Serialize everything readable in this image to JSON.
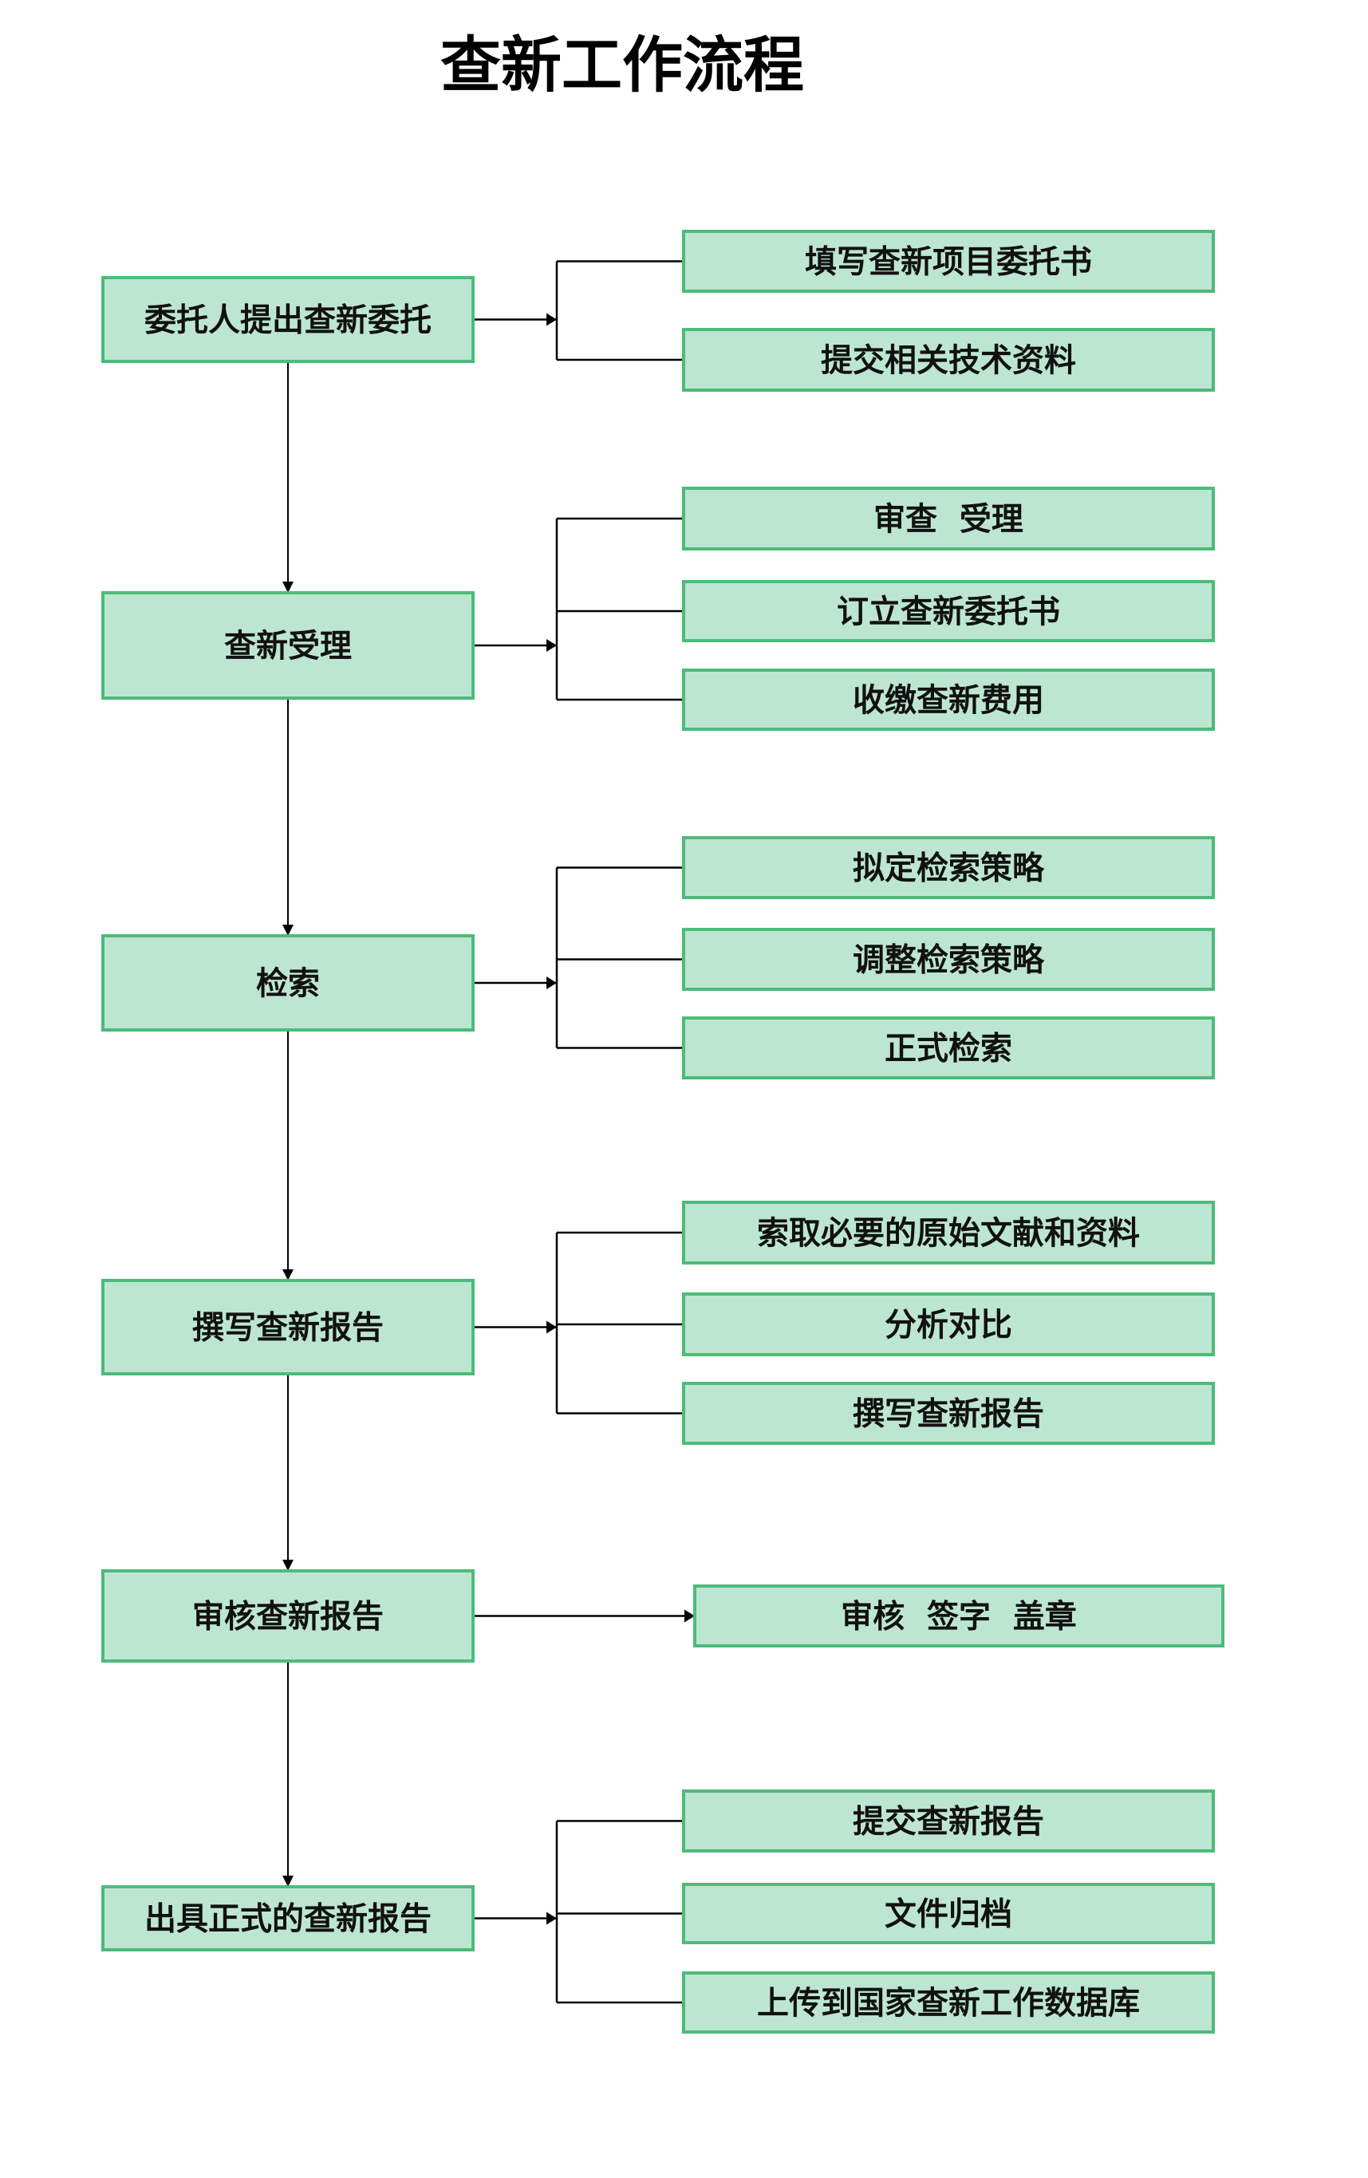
{
  "title": "查新工作流程",
  "colors": {
    "box_fill": "#bde6d2",
    "box_border": "#4dbb7a",
    "line": "#000000",
    "text": "#111111"
  },
  "steps": [
    {
      "label": "委托人提出查新委托",
      "substeps": [
        "填写查新项目委托书",
        "提交相关技术资料"
      ]
    },
    {
      "label": "查新受理",
      "substeps": [
        "审查  受理",
        "订立查新委托书",
        "收缴查新费用"
      ]
    },
    {
      "label": "检索",
      "substeps": [
        "拟定检索策略",
        "调整检索策略",
        "正式检索"
      ]
    },
    {
      "label": "撰写查新报告",
      "substeps": [
        "索取必要的原始文献和资料",
        "分析对比",
        "撰写查新报告"
      ]
    },
    {
      "label": "审核查新报告",
      "substeps": [
        "审核  签字  盖章"
      ]
    },
    {
      "label": "出具正式的查新报告",
      "substeps": [
        "提交查新报告",
        "文件归档",
        "上传到国家查新工作数据库"
      ]
    }
  ]
}
